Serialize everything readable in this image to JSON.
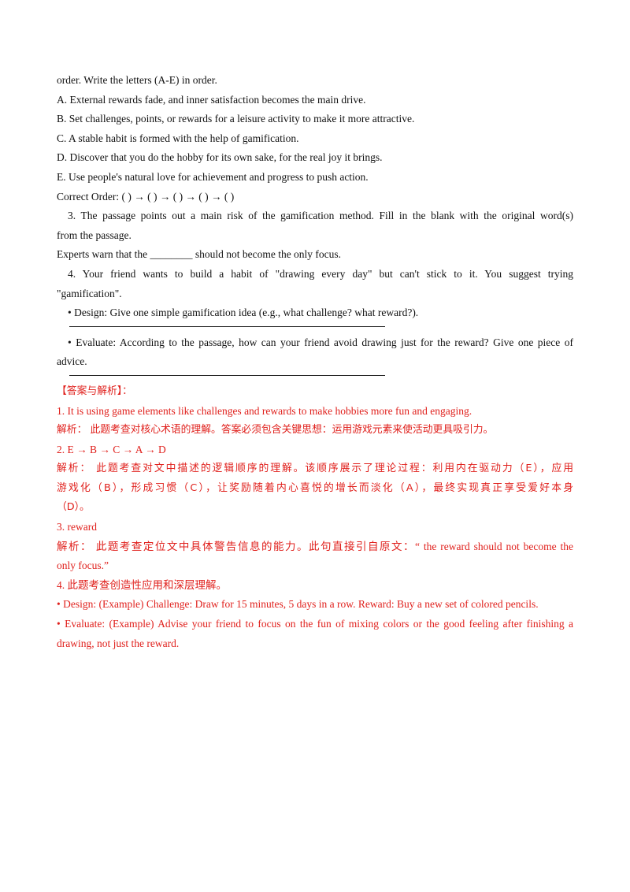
{
  "q2": {
    "intro": "order. Write the letters (A-E) in order.",
    "options": [
      "A. External rewards fade, and inner satisfaction becomes the main drive.",
      "B. Set challenges, points, or rewards for a leisure activity to make it more attractive.",
      "C. A stable habit is formed with the help of gamification.",
      "D. Discover that you do the hobby for its own sake, for the real joy it brings.",
      "E. Use people's natural love for achievement and progress to push action."
    ],
    "correct_order": "Correct Order: (   ) → (   ) → (   ) → (   ) → (   )"
  },
  "q3": {
    "prompt_line1": "3.  The passage points out a main risk of the gamification method. Fill in the blank with the original word(s)",
    "prompt_line2": "from the passage.",
    "sentence": "Experts warn that the ________ should not become the only focus."
  },
  "q4": {
    "prompt_line1": "4.  Your friend wants to build a habit of \"drawing every day\" but can't stick to it. You suggest trying",
    "prompt_line2": "\"gamification\".",
    "design": "•  Design: Give one simple gamification idea (e.g., what challenge? what reward?).",
    "evaluate_line1": "•  Evaluate: According to the passage, how can your friend avoid drawing just for the reward? Give one piece of",
    "evaluate_line2": "advice."
  },
  "answers": {
    "heading": "【答案与解析】：",
    "a1": "1.  It is using game elements like challenges and rewards to make hobbies more fun and engaging.",
    "a1_analysis": "解析：   此题考查对核心术语的理解。答案必须包含关键思想：运用游戏元素来使活动更具吸引力。",
    "a2": "2.   E → B → C → A → D",
    "a2_analysis_line1": "解析：   此题考查对文中描述的逻辑顺序的理解。该顺序展示了理论过程：利用内在驱动力（E），应用",
    "a2_analysis_line2": "游戏化（B），形成习惯（C），让奖励随着内心喜悦的增长而淡化（A），最终实现真正享受爱好本身",
    "a2_analysis_line3": "（D）。",
    "a3": "3.  reward",
    "a3_analysis_line1": "解析：   此题考查定位文中具体警告信息的能力。此句直接引自原文：“ the reward should not become the",
    "a3_analysis_line2": "only focus.”",
    "a4": "4.      此题考查创造性应用和深层理解。",
    "a4_design": "•  Design: (Example) Challenge: Draw for 15 minutes, 5 days in a row. Reward: Buy a new set of colored pencils.",
    "a4_evaluate_line1": "•  Evaluate: (Example) Advise your friend to focus on the fun of mixing colors or the good feeling after finishing a",
    "a4_evaluate_line2": "drawing, not just the reward."
  }
}
